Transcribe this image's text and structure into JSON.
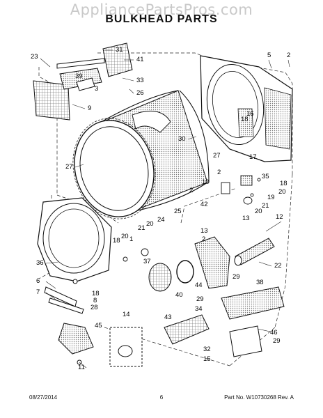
{
  "watermark": "AppliancePartsPros.com",
  "title": "BULKHEAD PARTS",
  "callouts": [
    {
      "id": "c31",
      "text": "31"
    },
    {
      "id": "c41",
      "text": "41"
    },
    {
      "id": "c23",
      "text": "23"
    },
    {
      "id": "c39",
      "text": "39"
    },
    {
      "id": "c33",
      "text": "33"
    },
    {
      "id": "c3",
      "text": "3"
    },
    {
      "id": "c26",
      "text": "26"
    },
    {
      "id": "c9",
      "text": "9"
    },
    {
      "id": "c5",
      "text": "5"
    },
    {
      "id": "c2a",
      "text": "2"
    },
    {
      "id": "c16",
      "text": "16"
    },
    {
      "id": "c18a",
      "text": "18"
    },
    {
      "id": "c30",
      "text": "30"
    },
    {
      "id": "c27a",
      "text": "27"
    },
    {
      "id": "c27b",
      "text": "27"
    },
    {
      "id": "c17",
      "text": "17"
    },
    {
      "id": "c2b",
      "text": "2"
    },
    {
      "id": "c35",
      "text": "35"
    },
    {
      "id": "c18b",
      "text": "18"
    },
    {
      "id": "c10",
      "text": "10"
    },
    {
      "id": "c20a",
      "text": "20"
    },
    {
      "id": "c2c",
      "text": "2"
    },
    {
      "id": "c19",
      "text": "19"
    },
    {
      "id": "c21a",
      "text": "21"
    },
    {
      "id": "c20b",
      "text": "20"
    },
    {
      "id": "c25",
      "text": "25"
    },
    {
      "id": "c42",
      "text": "42"
    },
    {
      "id": "c13a",
      "text": "13"
    },
    {
      "id": "c13b",
      "text": "13"
    },
    {
      "id": "c12",
      "text": "12"
    },
    {
      "id": "c2d",
      "text": "2"
    },
    {
      "id": "c24",
      "text": "24"
    },
    {
      "id": "c21b",
      "text": "21"
    },
    {
      "id": "c20c",
      "text": "20"
    },
    {
      "id": "c18c",
      "text": "18"
    },
    {
      "id": "c20d",
      "text": "20"
    },
    {
      "id": "c1",
      "text": "1"
    },
    {
      "id": "c36",
      "text": "36"
    },
    {
      "id": "c37",
      "text": "37"
    },
    {
      "id": "c22",
      "text": "22"
    },
    {
      "id": "c6",
      "text": "6"
    },
    {
      "id": "c7",
      "text": "7"
    },
    {
      "id": "c18d",
      "text": "18"
    },
    {
      "id": "c8",
      "text": "8"
    },
    {
      "id": "c28",
      "text": "28"
    },
    {
      "id": "c40",
      "text": "40"
    },
    {
      "id": "c44",
      "text": "44"
    },
    {
      "id": "c29a",
      "text": "29"
    },
    {
      "id": "c38",
      "text": "38"
    },
    {
      "id": "c29b",
      "text": "29"
    },
    {
      "id": "c34",
      "text": "34"
    },
    {
      "id": "c14",
      "text": "14"
    },
    {
      "id": "c43",
      "text": "43"
    },
    {
      "id": "c45",
      "text": "45"
    },
    {
      "id": "c46",
      "text": "46"
    },
    {
      "id": "c29c",
      "text": "29"
    },
    {
      "id": "c32",
      "text": "32"
    },
    {
      "id": "c15",
      "text": "15"
    },
    {
      "id": "c11",
      "text": "11"
    }
  ],
  "footer": {
    "date": "08/27/2014",
    "page": "6",
    "part": "Part No.  W10730268  Rev.  A"
  }
}
